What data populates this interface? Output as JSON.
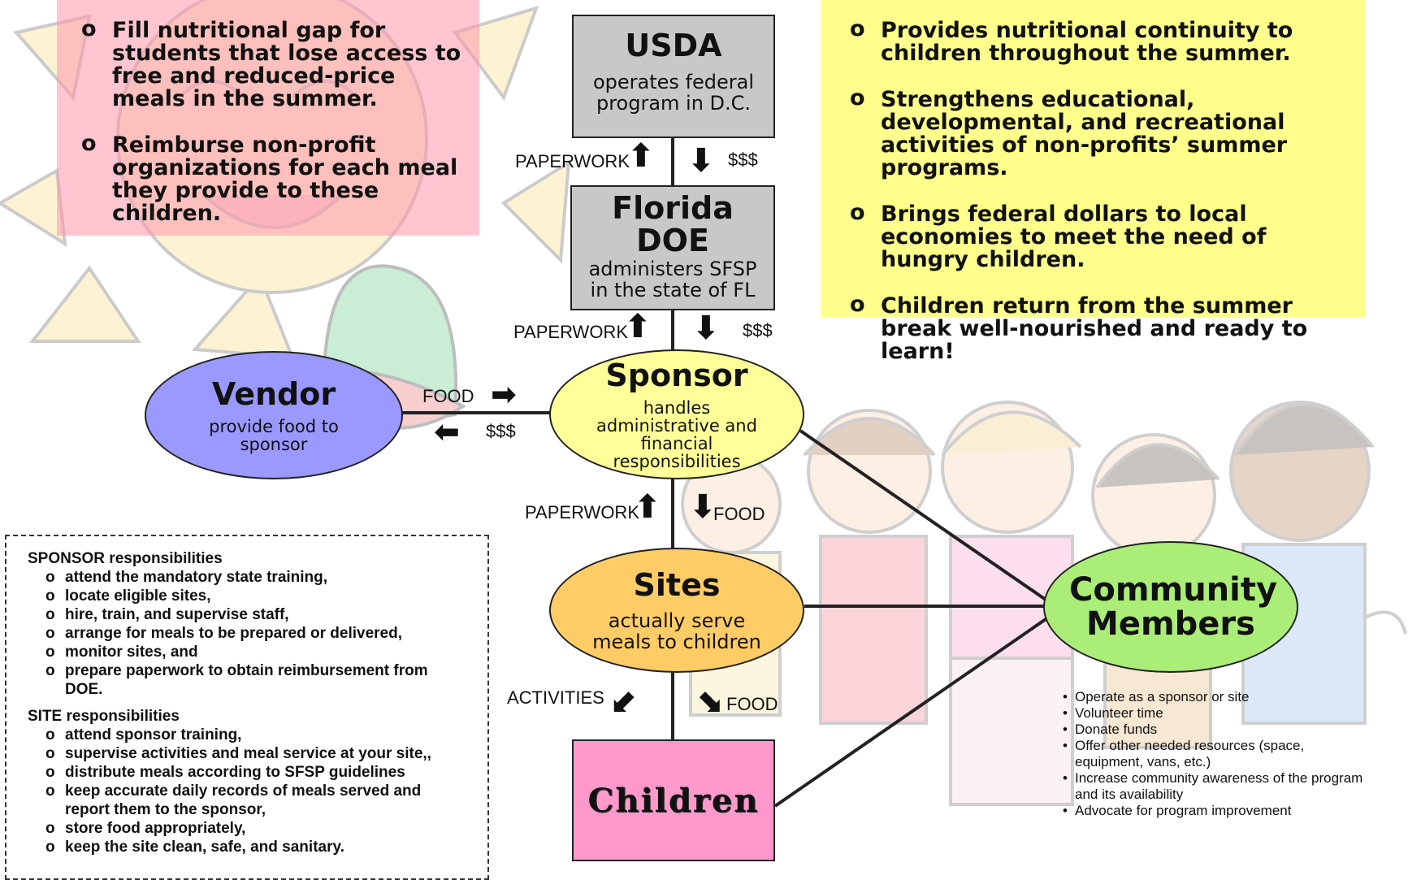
{
  "goals": {
    "items": [
      "Fill nutritional gap for students that lose access to free and reduced-price meals in the summer.",
      "Reimburse non-profit organizations for each meal they provide to these children."
    ]
  },
  "benefits": {
    "items": [
      "Provides nutritional continuity to children throughout the summer.",
      "Strengthens educational, developmental, and recreational activities of non-profits’ summer programs.",
      "Brings federal dollars to local economies to meet the need of hungry children.",
      "Children return from the summer break well-nourished and ready to learn!"
    ]
  },
  "nodes": {
    "usda": {
      "title": "USDA",
      "desc": "operates federal program in D.C."
    },
    "doe": {
      "title": "Florida DOE",
      "desc": "administers SFSP in the state of FL"
    },
    "vendor": {
      "title": "Vendor",
      "desc": "provide food to sponsor"
    },
    "sponsor": {
      "title": "Sponsor",
      "desc": "handles administrative and financial responsibilities"
    },
    "sites": {
      "title": "Sites",
      "desc": "actually serve meals to children"
    },
    "community": {
      "title": "Community Members"
    },
    "children": {
      "title": "Children"
    }
  },
  "flows": {
    "paperwork": "PAPERWORK",
    "money": "$$$",
    "food": "FOOD",
    "activities": "ACTIVITIES"
  },
  "responsibilities": {
    "sponsor_heading": "SPONSOR responsibilities",
    "sponsor_items": [
      "attend the mandatory state training,",
      "locate eligible sites,",
      "hire, train, and supervise staff,",
      "arrange for meals to be prepared or delivered,",
      "monitor sites, and",
      "prepare paperwork to obtain reimbursement from DOE."
    ],
    "site_heading": "SITE responsibilities",
    "site_items": [
      "attend sponsor training,",
      "supervise activities and meal service at your site,,",
      "distribute meals according to SFSP guidelines",
      "keep accurate daily records of meals served and report them to the sponsor,",
      "store food appropriately,",
      "keep the site clean, safe, and sanitary."
    ]
  },
  "community_roles": [
    "Operate as a sponsor or site",
    "Volunteer time",
    "Donate funds",
    "Offer other needed resources (space, equipment, vans, etc.)",
    "Increase community awareness of the program and its availability",
    "Advocate for program improvement"
  ],
  "colors": {
    "goals_bg": "#ff9fb0",
    "benefits_bg": "#ffff88",
    "node_gray": "#c8c8c8",
    "vendor": "#9999ff",
    "sponsor": "#ffff99",
    "sites": "#ffcc66",
    "community": "#aaee77",
    "children": "#ff99cc"
  }
}
